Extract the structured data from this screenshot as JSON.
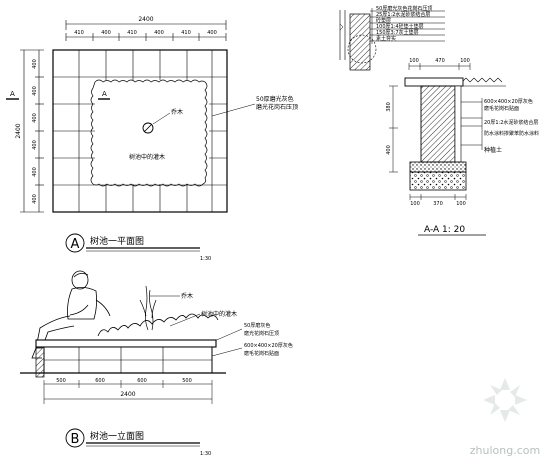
{
  "plan": {
    "overall_dim": "2400",
    "top_dims": [
      "410",
      "400",
      "410",
      "400",
      "410",
      "400"
    ],
    "left_dims": [
      "400",
      "400",
      "400",
      "400",
      "400",
      "400"
    ],
    "left_total": "2400",
    "marker_left": "A",
    "marker_inner": "A",
    "tree_label": "乔木",
    "shrub_label": "树池中的灌木",
    "stone_label_1": "50厚磨光灰色",
    "stone_label_2": "磨光花岗石压顶",
    "title_letter": "A",
    "title": "树池一平面图",
    "scale": "1:30"
  },
  "section": {
    "notes": [
      "50厚磨光灰色花岗石压顶",
      "25厚1:2水泥砂浆结合层",
      "砼垫层",
      "100厚1:4砼垫土垫层",
      "150厚3:7灰土垫层",
      "素土夯实"
    ],
    "top_dims": [
      "100",
      "470",
      "100"
    ],
    "left_dims": [
      "380",
      "400"
    ],
    "bottom_dims": [
      "100",
      "370",
      "100"
    ],
    "right_notes": [
      "600×400×20厚灰色",
      "磨毛花岗石贴面",
      "20厚1:2水泥砂浆结合层",
      "防水涂料掺聚苯防水涂料"
    ],
    "soil_label": "种植土",
    "title": "A-A  1: 20"
  },
  "elevation": {
    "tree_label": "乔木",
    "shrub_label": "树池中的灌木",
    "note1_a": "50厚磨灰色",
    "note1_b": "磨光花岗石压顶",
    "note2_a": "600×400×20厚灰色",
    "note2_b": "磨毛花岗石贴面",
    "bottom_dims": [
      "500",
      "600",
      "600",
      "500"
    ],
    "overall_dim": "2400",
    "title_letter": "B",
    "title": "树池一立面图",
    "scale": "1:30"
  },
  "watermark": {
    "text": "zhulong.com"
  }
}
